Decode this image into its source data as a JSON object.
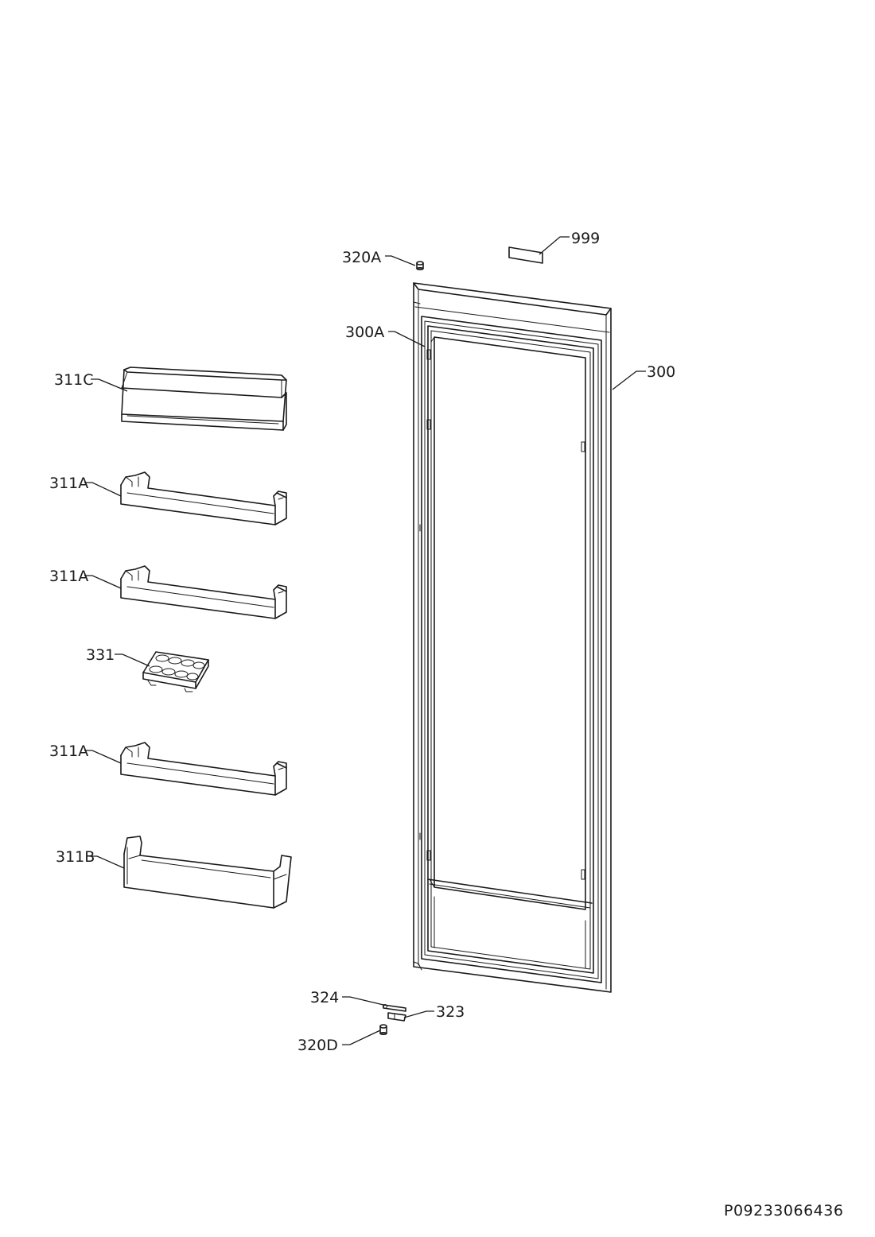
{
  "callouts": {
    "c999": "999",
    "c320A": "320A",
    "c300A": "300A",
    "c300": "300",
    "c311C": "311C",
    "c311A_1": "311A",
    "c311A_2": "311A",
    "c331": "331",
    "c311A_3": "311A",
    "c311B": "311B",
    "c324": "324",
    "c323": "323",
    "c320D": "320D"
  },
  "document_id": "P09233066436"
}
